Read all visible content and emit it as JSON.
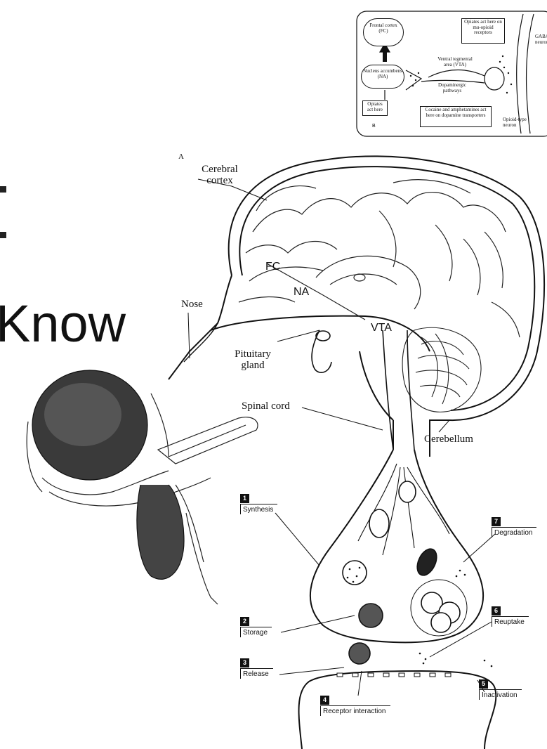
{
  "slide_fragment": "Know",
  "inset": {
    "frontal_cortex": "Frontal cortex (FC)",
    "nucleus_accumbens": "Nucleus accumbens (NA)",
    "vta": "Ventral tegmental area (VTA)",
    "dopaminergic": "Dopaminergic pathways",
    "opiates_receptors": "Opiates act here on mu-opioid receptors",
    "opiates": "Opiates act here",
    "cocaine": "Cocaine and amphetamines act here on dopamine transporters",
    "gaba": "GABA neuron",
    "opioid": "Opioid-type neuron",
    "letter_b": "B"
  },
  "brain": {
    "panel_letter": "A",
    "cerebral_cortex": "Cerebral cortex",
    "nose": "Nose",
    "fc": "FC",
    "na": "NA",
    "vta": "VTA",
    "pituitary": "Pituitary gland",
    "spinal_cord": "Spinal cord",
    "cerebellum": "Cerebellum"
  },
  "steps": [
    {
      "num": "1",
      "label": "Synthesis"
    },
    {
      "num": "2",
      "label": "Storage"
    },
    {
      "num": "3",
      "label": "Release"
    },
    {
      "num": "4",
      "label": "Receptor interaction"
    },
    {
      "num": "5",
      "label": "Inactivation"
    },
    {
      "num": "6",
      "label": "Reuptake"
    },
    {
      "num": "7",
      "label": "Degradation"
    }
  ]
}
